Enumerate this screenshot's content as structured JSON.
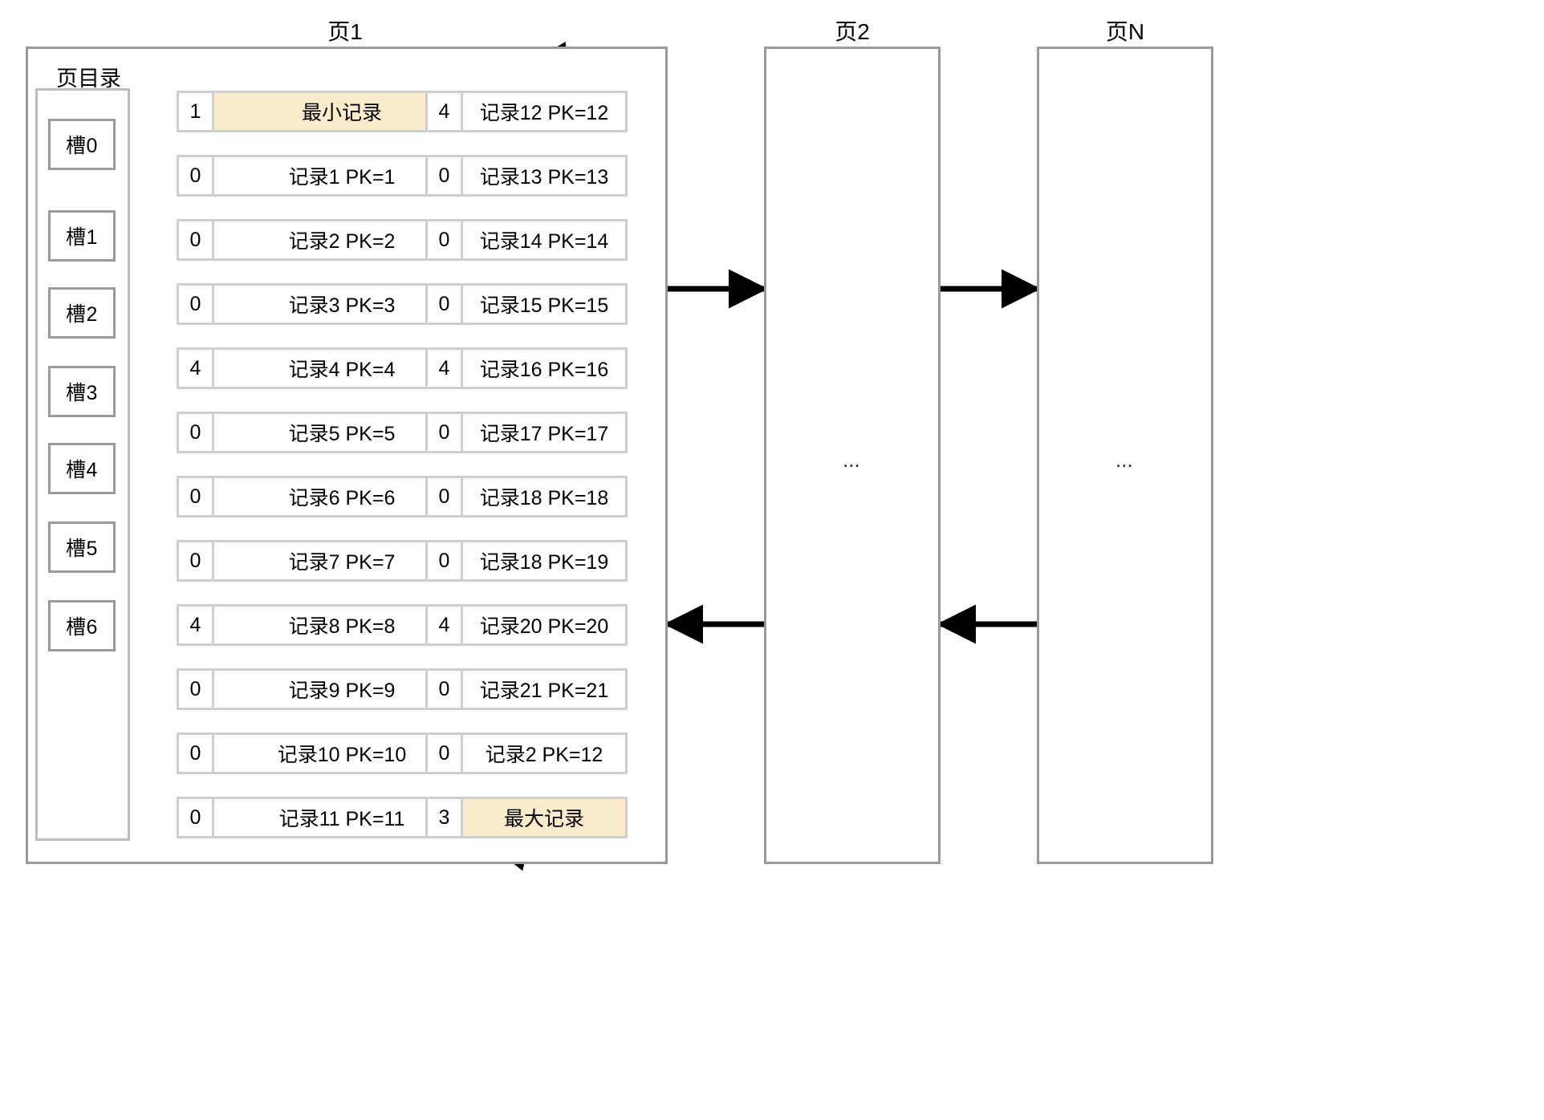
{
  "diagram": {
    "title_page1": "页1",
    "title_page2": "页2",
    "title_pageN": "页N",
    "directory_label": "页目录",
    "ellipsis": "...",
    "colors": {
      "highlight": "#faecca",
      "page_border": "#9a9a9a",
      "record_border": "#cfcfcf",
      "line": "#000000"
    }
  },
  "page_directory": {
    "slots": [
      {
        "label": "槽0"
      },
      {
        "label": "槽1"
      },
      {
        "label": "槽2"
      },
      {
        "label": "槽3"
      },
      {
        "label": "槽4"
      },
      {
        "label": "槽5"
      },
      {
        "label": "槽6"
      }
    ]
  },
  "page1": {
    "left_column": [
      {
        "n": "1",
        "text": "最小记录",
        "highlight": true
      },
      {
        "n": "0",
        "text": "记录1 PK=1",
        "highlight": false
      },
      {
        "n": "0",
        "text": "记录2 PK=2",
        "highlight": false
      },
      {
        "n": "0",
        "text": "记录3 PK=3",
        "highlight": false
      },
      {
        "n": "4",
        "text": "记录4 PK=4",
        "highlight": false
      },
      {
        "n": "0",
        "text": "记录5 PK=5",
        "highlight": false
      },
      {
        "n": "0",
        "text": "记录6 PK=6",
        "highlight": false
      },
      {
        "n": "0",
        "text": "记录7 PK=7",
        "highlight": false
      },
      {
        "n": "4",
        "text": "记录8 PK=8",
        "highlight": false
      },
      {
        "n": "0",
        "text": "记录9 PK=9",
        "highlight": false
      },
      {
        "n": "0",
        "text": "记录10 PK=10",
        "highlight": false
      },
      {
        "n": "0",
        "text": "记录11 PK=11",
        "highlight": false
      }
    ],
    "right_column": [
      {
        "n": "4",
        "text": "记录12 PK=12",
        "highlight": false
      },
      {
        "n": "0",
        "text": "记录13 PK=13",
        "highlight": false
      },
      {
        "n": "0",
        "text": "记录14 PK=14",
        "highlight": false
      },
      {
        "n": "0",
        "text": "记录15 PK=15",
        "highlight": false
      },
      {
        "n": "4",
        "text": "记录16 PK=16",
        "highlight": false
      },
      {
        "n": "0",
        "text": "记录17 PK=17",
        "highlight": false
      },
      {
        "n": "0",
        "text": "记录18 PK=18",
        "highlight": false
      },
      {
        "n": "0",
        "text": "记录18 PK=19",
        "highlight": false
      },
      {
        "n": "4",
        "text": "记录20 PK=20",
        "highlight": false
      },
      {
        "n": "0",
        "text": "记录21 PK=21",
        "highlight": false
      },
      {
        "n": "0",
        "text": "记录2 PK=12",
        "highlight": false
      },
      {
        "n": "3",
        "text": "最大记录",
        "highlight": true
      }
    ]
  },
  "page2": {
    "ellipsis": "..."
  },
  "pageN": {
    "ellipsis": "..."
  }
}
